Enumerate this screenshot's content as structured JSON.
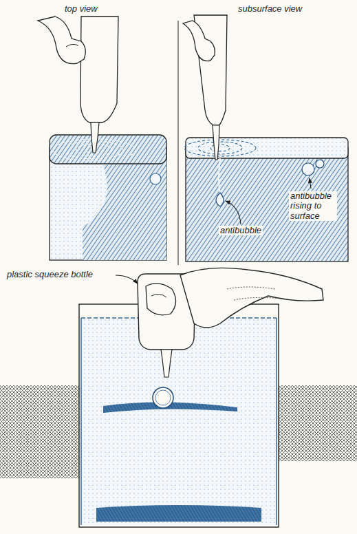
{
  "diagram": {
    "labels": [
      "top view",
      "subsurface view",
      "antibubble rising to surface",
      "antibubble",
      "plastic squeeze bottle"
    ]
  }
}
